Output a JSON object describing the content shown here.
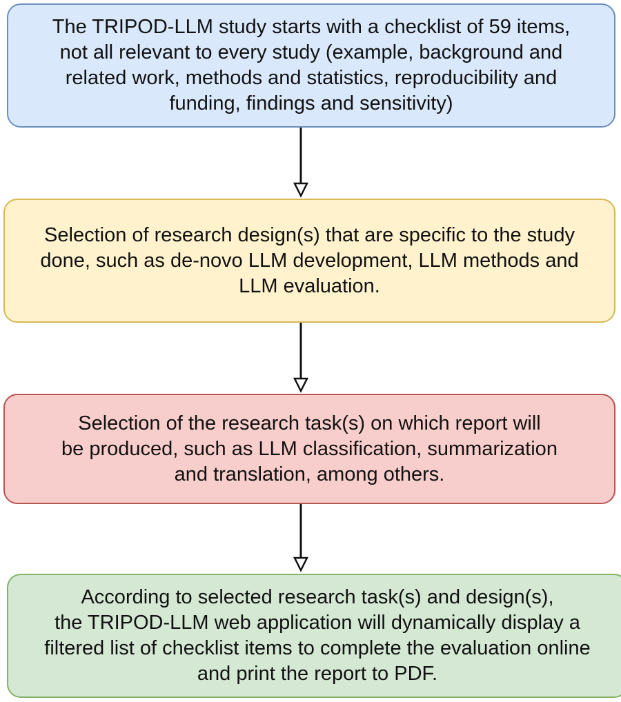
{
  "flowchart": {
    "steps": [
      {
        "text": "The TRIPOD-LLM study starts with a checklist of 59 items,\nnot all relevant to every study (example, background and\nrelated work, methods and statistics, reproducibility and\nfunding, findings and sensitivity)",
        "fill": "#dae8fc",
        "border": "#6c8ebf"
      },
      {
        "text": "Selection of research design(s) that are specific to the study\ndone, such as de-novo LLM development, LLM methods and\nLLM evaluation.",
        "fill": "#fff2cc",
        "border": "#d6b656"
      },
      {
        "text": "Selection of the research task(s) on which report will\nbe produced, such as LLM classification, summarization\nand translation, among others.",
        "fill": "#f8cecc",
        "border": "#b85450"
      },
      {
        "text": "According to selected research task(s) and design(s),\nthe TRIPOD-LLM web application will dynamically display a\nfiltered list of checklist items to complete the evaluation online\nand print the report to PDF.",
        "fill": "#d5e8d4",
        "border": "#82b366"
      }
    ],
    "arrow_color": "#111111"
  }
}
